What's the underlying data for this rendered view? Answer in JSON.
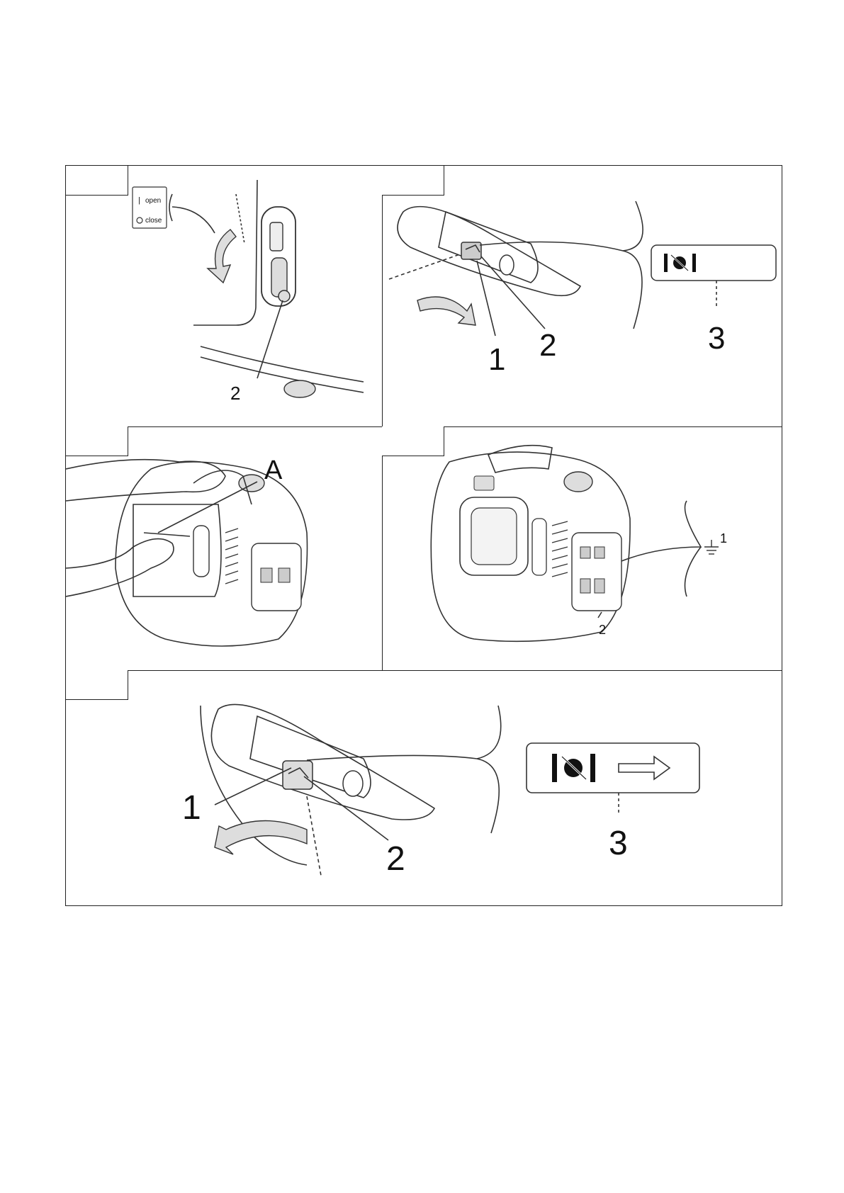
{
  "figures": [
    {
      "id": "fig-1",
      "labels": {
        "open": "open",
        "close": "close",
        "open_mark": "|",
        "callout_2": "2"
      }
    },
    {
      "id": "fig-2",
      "labels": {
        "callout_1": "1",
        "callout_2": "2",
        "callout_3": "3"
      }
    },
    {
      "id": "fig-3",
      "labels": {
        "callout_a": "A"
      }
    },
    {
      "id": "fig-4",
      "labels": {
        "callout_1": "1",
        "callout_2": "2"
      }
    },
    {
      "id": "fig-5",
      "labels": {
        "callout_1": "1",
        "callout_2": "2",
        "callout_3": "3"
      }
    }
  ],
  "icons": [
    "fuel-valve-closed-icon",
    "fuel-valve-open-arrow-icon",
    "ground-symbol-icon"
  ],
  "colors": {
    "line": "#222222",
    "fill": "#dddddd",
    "background": "#ffffff"
  }
}
